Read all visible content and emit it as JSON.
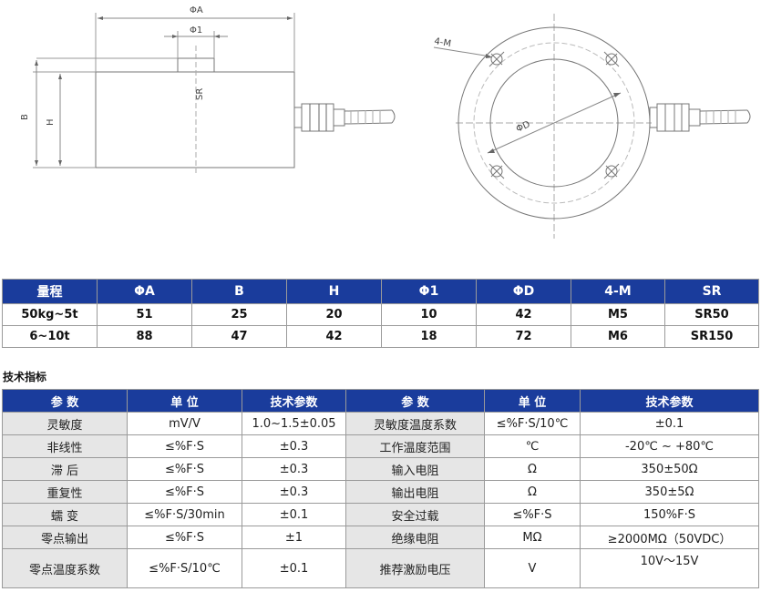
{
  "drawing": {
    "side_labels": {
      "phi_a": "ΦA",
      "phi_1": "Φ1",
      "sr": "SR",
      "b": "B",
      "h": "H"
    },
    "top_labels": {
      "holes": "4-M",
      "phi_d": "ΦD"
    }
  },
  "dimension_table": {
    "headers": [
      "量程",
      "ΦA",
      "B",
      "H",
      "Φ1",
      "ΦD",
      "4-M",
      "SR"
    ],
    "rows": [
      [
        "50kg~5t",
        "51",
        "25",
        "20",
        "10",
        "42",
        "M5",
        "SR50"
      ],
      [
        "6~10t",
        "88",
        "47",
        "42",
        "18",
        "72",
        "M6",
        "SR150"
      ]
    ]
  },
  "spec_title": "技术指标",
  "spec_table": {
    "headers": [
      "参 数",
      "单 位",
      "技术参数",
      "参 数",
      "单 位",
      "技术参数"
    ],
    "rows": [
      [
        "灵敏度",
        "mV/V",
        "1.0~1.5±0.05",
        "灵敏度温度系数",
        "≤%F·S/10℃",
        "±0.1"
      ],
      [
        "非线性",
        "≤%F·S",
        "±0.3",
        "工作温度范围",
        "℃",
        "-20℃ ~ +80℃"
      ],
      [
        "滞 后",
        "≤%F·S",
        "±0.3",
        "输入电阻",
        "Ω",
        "350±50Ω"
      ],
      [
        "重复性",
        "≤%F·S",
        "±0.3",
        "输出电阻",
        "Ω",
        "350±5Ω"
      ],
      [
        "蠕 变",
        "≤%F·S/30min",
        "±0.1",
        "安全过载",
        "≤%F·S",
        "150%F·S"
      ],
      [
        "零点输出",
        "≤%F·S",
        "±1",
        "绝缘电阻",
        "MΩ",
        "≥2000MΩ（50VDC）"
      ],
      [
        "零点温度系数",
        "≤%F·S/10℃",
        "±0.1",
        "推荐激励电压",
        "V",
        "10V～15V"
      ]
    ]
  }
}
